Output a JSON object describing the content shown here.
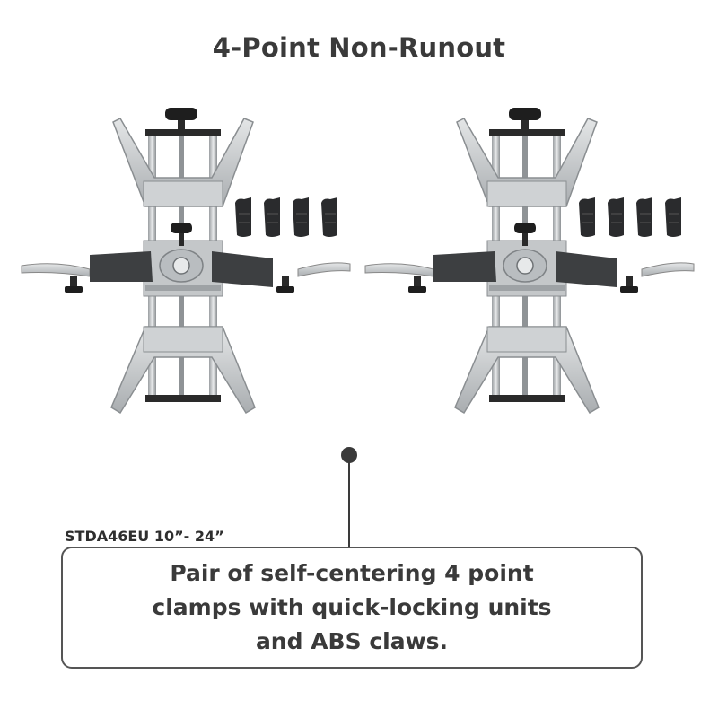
{
  "header": {
    "title": "4-Point Non-Runout"
  },
  "product": {
    "model_label": "STDA46EU 10”- 24”",
    "description_lines": [
      "Pair of self-centering 4 point",
      "clamps with quick-locking units",
      "and ABS claws."
    ]
  },
  "colors": {
    "text": "#3a3a3a",
    "metal": "#c9ccce",
    "rubber": "#3a3a3a",
    "knob": "#1e1e1e"
  },
  "icons": [
    "wheel-clamp-image",
    "abs-claw-icon",
    "callout-pin-icon"
  ]
}
